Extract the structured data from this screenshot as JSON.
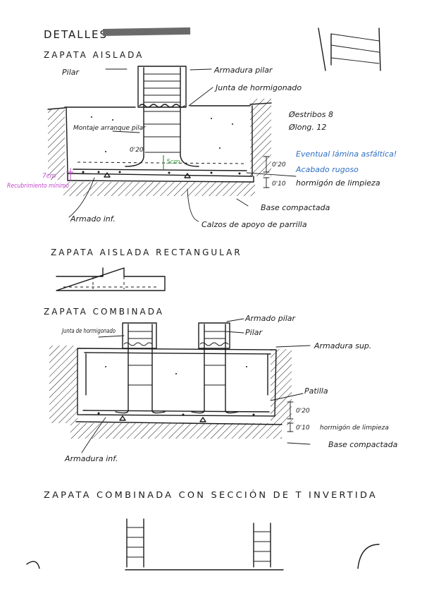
{
  "title": "DETALLES",
  "sections": {
    "zapata_aislada": {
      "heading": "ZAPATA AISLADA",
      "labels": {
        "pilar": "Pilar",
        "armadura_pilar": "Armadura pilar",
        "junta": "Junta de hormigonado",
        "estribos": "Øestribos 8",
        "long": "Ølong. 12",
        "montaje": "Montaje arranque pilar",
        "d020": "0'20",
        "cm5": "5cm",
        "eventual": "Eventual lámina asfáltica!",
        "acabado": "Acabado rugoso",
        "h020": "0'20",
        "h010": "0'10",
        "limpieza": "hormigón de limpieza",
        "recubrimiento_val": "7cm",
        "recubrimiento": "Recubrimiento mínimo",
        "base": "Base compactada",
        "armado_inf": "Armado inf.",
        "calzos": "Calzos de apoyo de parrilla"
      }
    },
    "zapata_rectangular": {
      "heading": "ZAPATA AISLADA RECTANGULAR"
    },
    "zapata_combinada": {
      "heading": "ZAPATA COMBINADA",
      "labels": {
        "junta": "Junta de hormigonado",
        "armado_pilar": "Armado pilar",
        "pilar": "Pilar",
        "armadura_sup": "Armadura sup.",
        "patilla": "Patilla",
        "d020": "0'20",
        "d010": "0'10",
        "limpieza": "hormigón de limpieza",
        "base": "Base compactada",
        "armadura_inf": "Armadura inf."
      }
    },
    "zapata_t": {
      "heading": "ZAPATA COMBINADA CON SECCIÓN DE T INVERTIDA"
    }
  }
}
